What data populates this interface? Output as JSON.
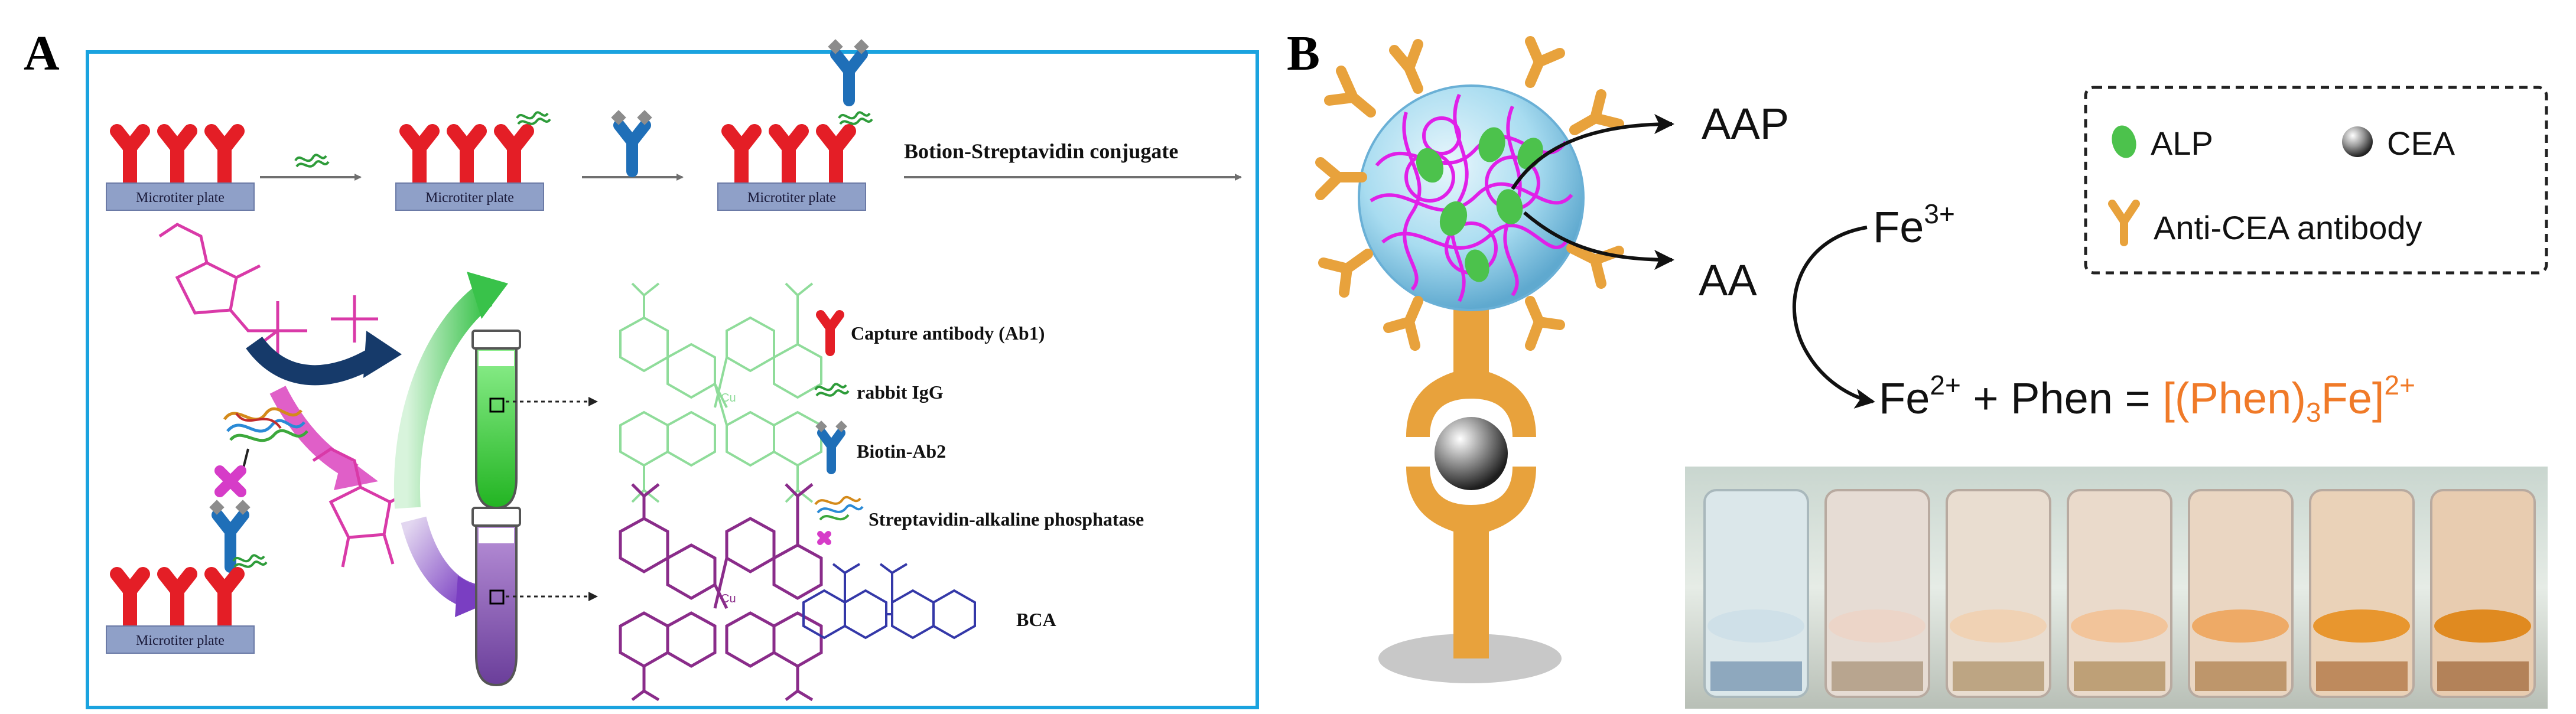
{
  "panelA": {
    "letter": "A",
    "plate_label": "Microtiter plate",
    "conjugate_label": "Botion-Streptavidin conjugate",
    "legend": [
      {
        "icon": "capture-antibody-icon",
        "label": "Capture antibody (Ab1)",
        "color": "#e41e26"
      },
      {
        "icon": "rabbit-igg-icon",
        "label": "rabbit IgG",
        "color": "#2e9c3a"
      },
      {
        "icon": "biotin-ab2-icon",
        "label": "Biotin-Ab2",
        "color": "#1f6fb8"
      },
      {
        "icon": "streptavidin-alp-icon",
        "label": "Streptavidin-alkaline phosphatase",
        "color": "#d63cc8"
      },
      {
        "icon": "bca-icon",
        "label": "BCA",
        "color": "#3438a8"
      }
    ],
    "colors": {
      "frame": "#1aa3df",
      "antibody": "#e41e26",
      "plate": "#8fa0c8",
      "magenta": "#d93aa8",
      "green_complex": "#8fdc9a",
      "purple_complex": "#8a2c8a",
      "bca": "#3438a8"
    },
    "metal_label": "Cu"
  },
  "panelB": {
    "letter": "B",
    "aap": "AAP",
    "aa": "AA",
    "fe3": "Fe",
    "fe3_sup": "3+",
    "eq_fe": "Fe",
    "eq_fe_sup": "2+",
    "eq_mid": " + Phen = ",
    "complex_a": "[(Phen)",
    "complex_sub": "3",
    "complex_b": "Fe]",
    "complex_sup": "2+",
    "legend": [
      {
        "icon": "alp-icon",
        "label": "ALP"
      },
      {
        "icon": "cea-icon",
        "label": "CEA"
      },
      {
        "icon": "anti-cea-antibody-icon",
        "label": "Anti-CEA antibody"
      }
    ],
    "colors": {
      "antibody": "#e8a23c",
      "complex": "#f07a28",
      "alp": "#4cc24c",
      "mesh": "#e020e8",
      "sphere": "#9fd8ee"
    }
  }
}
